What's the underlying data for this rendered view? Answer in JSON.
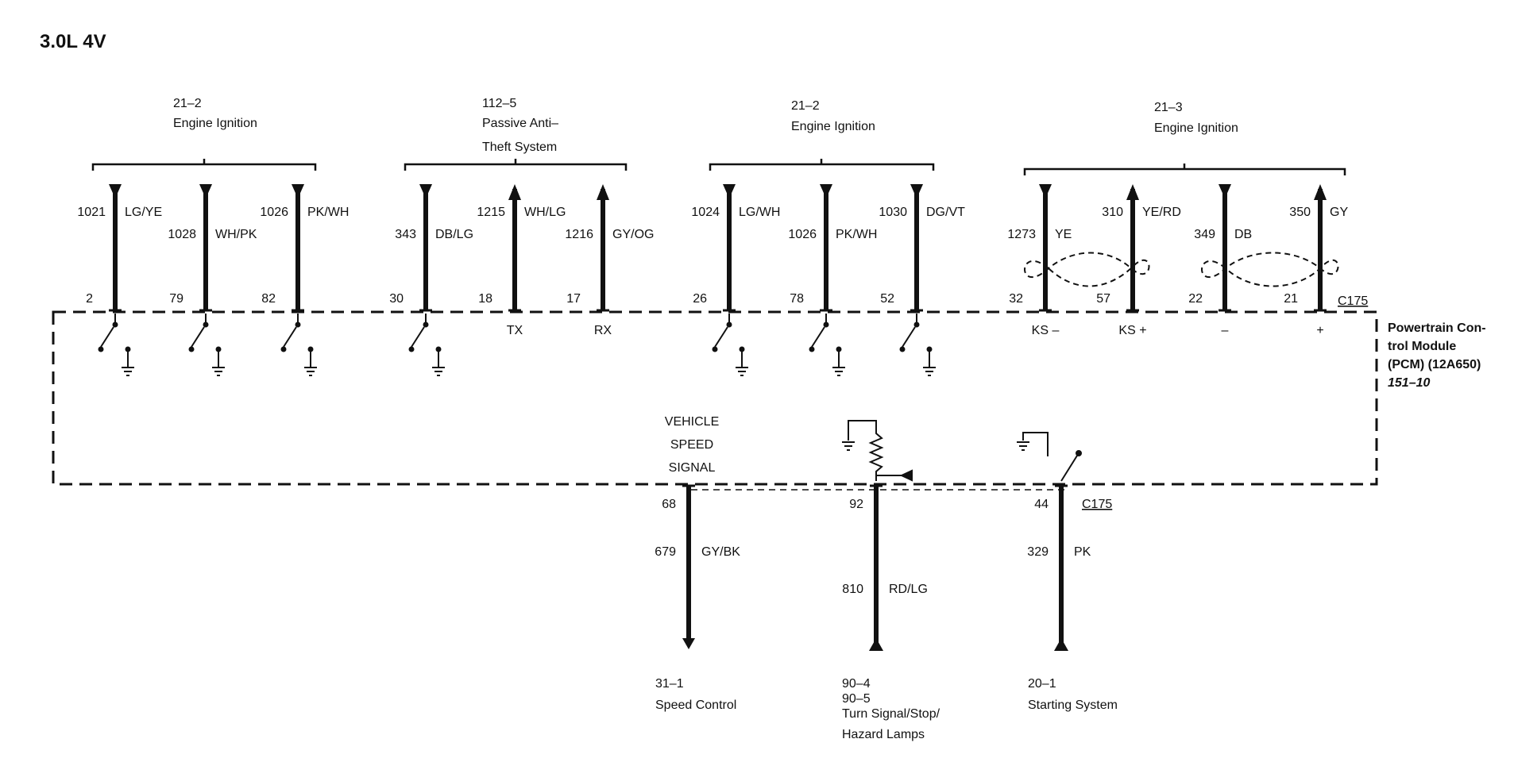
{
  "title": "3.0L 4V",
  "connector": "C175",
  "module": {
    "line1": "Powertrain Con-",
    "line2": "trol Module",
    "line3": "(PCM) (12A650)",
    "line4": "151–10"
  },
  "groups": [
    {
      "ref": "21–2",
      "name1": "Engine Ignition",
      "name2": ""
    },
    {
      "ref": "112–5",
      "name1": "Passive Anti–",
      "name2": "Theft System"
    },
    {
      "ref": "21–2",
      "name1": "Engine Ignition",
      "name2": ""
    },
    {
      "ref": "21–3",
      "name1": "Engine Ignition",
      "name2": ""
    }
  ],
  "top_wires": [
    {
      "circuit": "1021",
      "color": "LG/YE",
      "pin": "2",
      "dir": "in",
      "label": ""
    },
    {
      "circuit": "1028",
      "color": "WH/PK",
      "pin": "79",
      "dir": "in",
      "label": ""
    },
    {
      "circuit": "1026",
      "color": "PK/WH",
      "pin": "82",
      "dir": "in",
      "label": ""
    },
    {
      "circuit": "343",
      "color": "DB/LG",
      "pin": "30",
      "dir": "in",
      "label": ""
    },
    {
      "circuit": "1215",
      "color": "WH/LG",
      "pin": "18",
      "dir": "out",
      "label": "TX"
    },
    {
      "circuit": "1216",
      "color": "GY/OG",
      "pin": "17",
      "dir": "out",
      "label": "RX"
    },
    {
      "circuit": "1024",
      "color": "LG/WH",
      "pin": "26",
      "dir": "in",
      "label": ""
    },
    {
      "circuit": "1026",
      "color": "PK/WH",
      "pin": "78",
      "dir": "in",
      "label": ""
    },
    {
      "circuit": "1030",
      "color": "DG/VT",
      "pin": "52",
      "dir": "in",
      "label": ""
    },
    {
      "circuit": "1273",
      "color": "YE",
      "pin": "32",
      "dir": "in",
      "label": "KS –"
    },
    {
      "circuit": "310",
      "color": "YE/RD",
      "pin": "57",
      "dir": "out",
      "label": "KS +"
    },
    {
      "circuit": "349",
      "color": "DB",
      "pin": "22",
      "dir": "in",
      "label": "–"
    },
    {
      "circuit": "350",
      "color": "GY",
      "pin": "21",
      "dir": "out",
      "label": "+"
    }
  ],
  "vss": {
    "line1": "VEHICLE",
    "line2": "SPEED",
    "line3": "SIGNAL"
  },
  "bottom_wires": [
    {
      "pin": "68",
      "circuit": "679",
      "color": "GY/BK",
      "dest_ref1": "31–1",
      "dest_ref2": "",
      "dest_name1": "Speed Control",
      "dest_name2": ""
    },
    {
      "pin": "92",
      "circuit": "810",
      "color": "RD/LG",
      "dest_ref1": "90–4",
      "dest_ref2": "90–5",
      "dest_name1": "Turn Signal/Stop/",
      "dest_name2": "Hazard Lamps"
    },
    {
      "pin": "44",
      "circuit": "329",
      "color": "PK",
      "dest_ref1": "20–1",
      "dest_ref2": "",
      "dest_name1": "Starting System",
      "dest_name2": ""
    }
  ]
}
